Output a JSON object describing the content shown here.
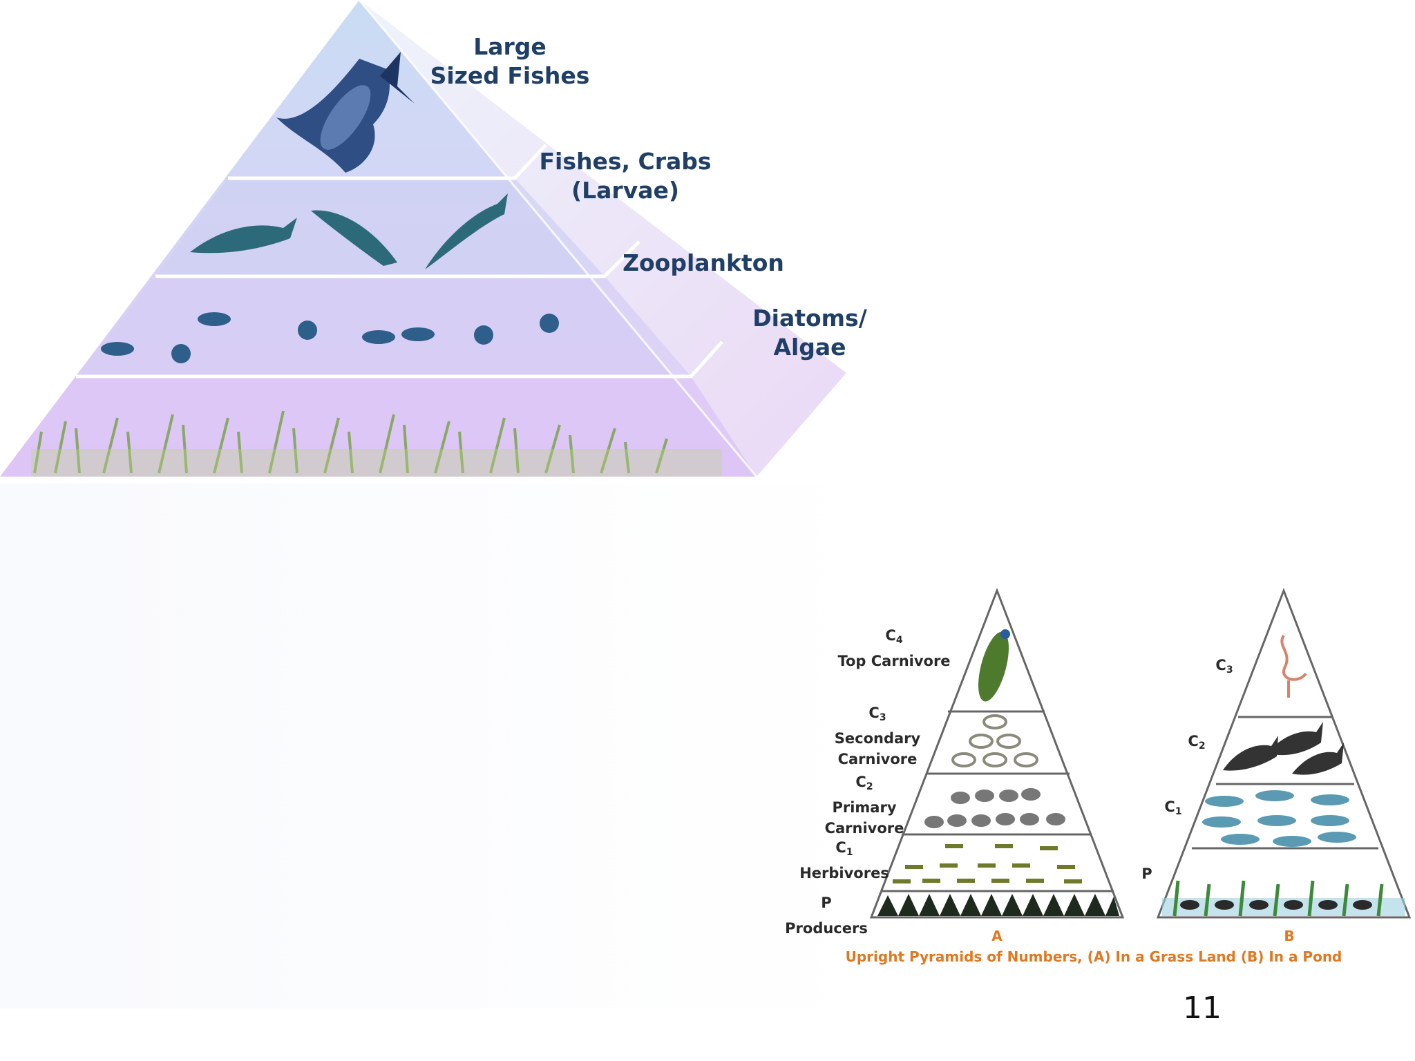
{
  "marine_pyramid": {
    "levels": [
      {
        "label_line1": "Large",
        "label_line2": "Sized Fishes"
      },
      {
        "label_line1": "Fishes, Crabs",
        "label_line2": "(Larvae)"
      },
      {
        "label_line1": "Zooplankton",
        "label_line2": ""
      },
      {
        "label_line1": "Diatoms/",
        "label_line2": "Algae"
      }
    ]
  },
  "numbers_pyramids": {
    "grassland": {
      "letter": "A",
      "levels": [
        {
          "code": "C",
          "sub": "4",
          "name1": "Top Carnivore",
          "name2": ""
        },
        {
          "code": "C",
          "sub": "3",
          "name1": "Secondary",
          "name2": "Carnivore"
        },
        {
          "code": "C",
          "sub": "2",
          "name1": "Primary",
          "name2": "Carnivore"
        },
        {
          "code": "C",
          "sub": "1",
          "name1": "Herbivores",
          "name2": ""
        },
        {
          "code": "P",
          "sub": "",
          "name1": "Producers",
          "name2": ""
        }
      ]
    },
    "pond": {
      "letter": "B",
      "levels": [
        {
          "code": "C",
          "sub": "3"
        },
        {
          "code": "C",
          "sub": "2"
        },
        {
          "code": "C",
          "sub": "1"
        },
        {
          "code": "P",
          "sub": ""
        }
      ]
    },
    "caption": "Upright Pyramids of Numbers, (A) In a Grass Land (B) In a Pond"
  },
  "page_number": "11",
  "colors": {
    "label_blue": "#1f3f66",
    "caption_orange": "#e07820"
  }
}
